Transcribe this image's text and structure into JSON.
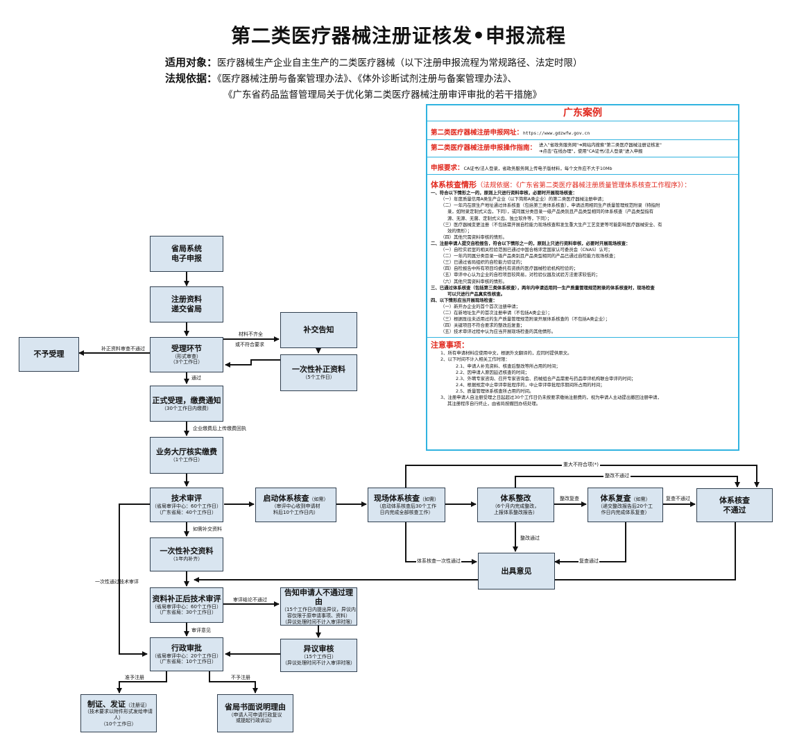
{
  "title": "第二类医疗器械注册证核发•申报流程",
  "header": {
    "scope_label": "适用对象：",
    "scope_text": "医疗器械生产企业自主生产的二类医疗器械（以下注册申报流程为常规路径、法定时限）",
    "basis_label": "法规依据：",
    "basis_text1": "《医疗器械注册与备案管理办法》、《体外诊断试剂注册与备案管理办法》、",
    "basis_text2": "《广东省药品监督管理局关于优化第二类医疗器械注册审评审批的若干措施》"
  },
  "guangdong": {
    "title": "广东案例",
    "url_label": "第二类医疗器械注册申报网址：",
    "url": "https://www.gdzwfw.gov.cn",
    "guide_label": "第二类医疗器械注册申报操作指南：",
    "guide_line1": "进入\"省政务服务网\"➜网站内搜索\"第二类医疗器械注册证核发\"",
    "guide_line2": "➜点击\"在线办理\"，使用\"CA证书/法人登录\"进入申报",
    "req_label": "申报要求：",
    "req_text": "CA证书/法人登录，省政务服务网上传电子版材料，每个文件应不大于10Mb",
    "check_label": "体系核查情形",
    "check_basis": "（法规依据：《广东省第二类医疗器械注册质量管理体系核查工作程序》）：",
    "check_lines": [
      {
        "t": "一、符合以下情形之一的，原则上只进行资料审核，必要时开展现场核查：",
        "lvl": 0,
        "b": true
      },
      {
        "t": "（一）年度质量信用A类生产企业（以下简称A类企业）的第二类医疗器械注册申请；",
        "lvl": 1,
        "b": false
      },
      {
        "t": "（二）一年内在原生产地址通过体系核查（包括第三类体系核查），申请适用相同生产质量管理规范附录（特指附",
        "lvl": 1,
        "b": false
      },
      {
        "t": "录，如附录定制式义齿，下同），或同属分类目录一级产品类别且产品类型相同的体系核查（产品类型指有",
        "lvl": 2,
        "b": false
      },
      {
        "t": "源、无源、无菌、定制式义齿、独立软件等，下同）；",
        "lvl": 2,
        "b": false
      },
      {
        "t": "（三）医疗器械变更注册（不包括需开展自检能力现场核查和发生重大生产工艺变更等可能影响医疗器械安全、有",
        "lvl": 1,
        "b": false
      },
      {
        "t": "效的情形）；",
        "lvl": 2,
        "b": false
      },
      {
        "t": "（四）其他只需资料审核的情形。",
        "lvl": 1,
        "b": false
      },
      {
        "t": "二、注册申请人提交自检报告，符合以下情形之一的，原则上只进行资料审核，必要时开展现场核查：",
        "lvl": 0,
        "b": true
      },
      {
        "t": "（一）自检实验室的相关检验范围已通过中国合格评定国家认可委员会（CNAS）认可；",
        "lvl": 1,
        "b": false
      },
      {
        "t": "（二）一年内同属分类目录一级产品类别且产品类型相同的产品已通过自检能力现场核查；",
        "lvl": 1,
        "b": false
      },
      {
        "t": "（三）已通过省局组织的自检能力验证的；",
        "lvl": 1,
        "b": false
      },
      {
        "t": "（四）自检报告中所有项目均委托有资质的医疗器械检验机构检验的；",
        "lvl": 1,
        "b": false
      },
      {
        "t": "（五）审评中心认为企业的自检项目较简易，对检验仪器及试验方法要求较低的；",
        "lvl": 1,
        "b": false
      },
      {
        "t": "（六）其他只需资料审核的情形。",
        "lvl": 1,
        "b": false
      },
      {
        "t": "三、已通过体系核查（包括第三类体系核查），两年内申请适用同一生产质量管理规范附录的体系核查时，现场检查",
        "lvl": 0,
        "b": true
      },
      {
        "t": "可以只进行产品真实性核查。",
        "lvl": 2,
        "b": true
      },
      {
        "t": "四、以下情形应当开展现场检查：",
        "lvl": 0,
        "b": true
      },
      {
        "t": "（一）新开办企业的首个首次注册申请；",
        "lvl": 1,
        "b": false
      },
      {
        "t": "（二）在新地址生产的首次注册申请（不包括A类企业）；",
        "lvl": 1,
        "b": false
      },
      {
        "t": "（三）根据既往未适用过的生产质量管理规范附录开展体系核查的（不包括A类企业）；",
        "lvl": 1,
        "b": false
      },
      {
        "t": "（四）关键项目不符合要求的整改后复查；",
        "lvl": 1,
        "b": false
      },
      {
        "t": "（五）技术审评过程中认为应当开展现场检查的其他情形。",
        "lvl": 1,
        "b": false
      }
    ],
    "notes_label": "注意事项：",
    "notes_lines": [
      {
        "t": "1、所有申请材料应使用中文，根据外文翻译的，应同时提供原文。",
        "lvl": 1
      },
      {
        "t": "2、以下时间不计入相关工作时限：",
        "lvl": 1
      },
      {
        "t": "2.1、申请人补充资料、核查后整改等所占用的时间；",
        "lvl": 3
      },
      {
        "t": "2.2、因申请人原因延迟核查的时间；",
        "lvl": 3
      },
      {
        "t": "2.3、外聘专家咨询、召开专家咨询会、药械组合产品需要与药品审评机构联合审评的时间；",
        "lvl": 3
      },
      {
        "t": "2.4、根据规定中止审评审批程序的，中止审评审批程序期间所占用的时间；",
        "lvl": 3
      },
      {
        "t": "2.5、质量管理体系核查所占用的时间。",
        "lvl": 3
      },
      {
        "t": "3、注册申请人自注册受理之日起超过30个工作日仍未按要求缴纳注册费的，视为申请人主动提出撤回注册申请，",
        "lvl": 1
      },
      {
        "t": "其注册程序自行终止，由省局按撤回办结处理。",
        "lvl": 2
      }
    ]
  },
  "boxes": {
    "b1": {
      "t": "省局系统",
      "t2": "电子申报"
    },
    "b2": {
      "t": "注册资料",
      "t2": "递交省局"
    },
    "b3": {
      "t": "受理环节",
      "s1": "（形式审查）",
      "s2": "（3个工作日）"
    },
    "bno": {
      "t": "不予受理"
    },
    "bnotice": {
      "t": "补交告知"
    },
    "bonce": {
      "t": "一次性补正资料",
      "s1": "（5个工作日）"
    },
    "b4": {
      "t": "正式受理，缴费通知",
      "s1": "（30个工作日内缴费）"
    },
    "b5": {
      "t": "业务大厅核实缴费",
      "s1": "（1个工作日）"
    },
    "b6": {
      "t": "技术审评",
      "s1": "（省局审评中心：60个工作日）",
      "s2": "（广东省局：40个工作日）"
    },
    "bstart": {
      "t": "启动体系核查",
      "inl": "（如需）",
      "s1": "（审评中心收到申请材",
      "s2": "料后10个工作日内）"
    },
    "bsite": {
      "t": "现场体系核查",
      "inl": "（如需）",
      "s1": "（启动体系核查后30个工作",
      "s2": "日内完成全部核查工作）"
    },
    "brect": {
      "t": "体系整改",
      "s1": "（6个月内完成整改，",
      "s2": "上报体系整改报告）"
    },
    "brecheck": {
      "t": "体系复查",
      "inl": "（如需）",
      "s1": "（递交整改报告后20个工",
      "s2": "作日内完成体系复查）"
    },
    "bfail": {
      "t": "体系核查",
      "t2": "不通过"
    },
    "bopinion": {
      "t": "出具意见"
    },
    "bsupp": {
      "t": "一次性补交资料",
      "s1": "（1年内补齐）"
    },
    "bre": {
      "t": "资料补正后技术审评",
      "s1": "（省局审评中心：60个工作日）",
      "s2": "（广东省局：30个工作日）"
    },
    "binform": {
      "t": "告知申请人不通过理由",
      "s1": "（15个工作日内提出异议，异议内",
      "s2": "容仅限于原申请事项、资料）",
      "s3": "（异议处理时间不计入审评时限）"
    },
    "bobj": {
      "t": "异议审核",
      "s1": "（15个工作日）",
      "s2": "（异议处理时间不计入审评时限）"
    },
    "badmin": {
      "t": "行政审批",
      "s1": "（省局审评中心：20个工作日）",
      "s2": "（广东省局：10个工作日）"
    },
    "bcert": {
      "t": "制证、发证",
      "inl": "（注册证）",
      "s1": "（技术要求以附件形式发给申请人）",
      "s2": "（10个工作日）"
    },
    "breason": {
      "t": "省局书面说明理由",
      "s1": "（申请人可申请行政复议",
      "s2": "或提起行政诉讼）"
    }
  },
  "labels": {
    "material_incomplete": "材料不齐全",
    "not_compliant": "或不符合要求",
    "fail_review": "补正资料审查不通过",
    "pass": "通过",
    "pay_upload": "企业缴费后上传缴费回执",
    "need_supp": "如需补交资料",
    "once_pass": "一次性通过技术审评",
    "conclusion_fail": "审评结论不通过",
    "review_opinion": "审评意见",
    "approve": "准予注册",
    "reject": "不予注册",
    "major_fail": "重大不符合项(*)",
    "rect_fail": "整改不通过",
    "rect_recheck": "整改复查",
    "recheck_fail": "复查不通过",
    "rect_pass": "整改通过",
    "once_site_pass": "体系核查一次性通过",
    "recheck_pass": "复查通过"
  }
}
